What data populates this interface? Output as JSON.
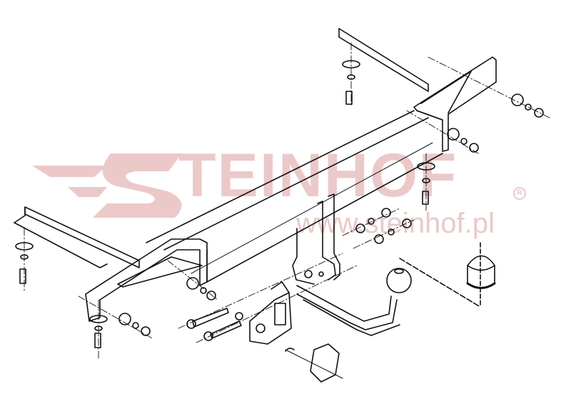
{
  "watermark": {
    "brand": "TEINHOF",
    "registered_mark": "R",
    "url": "www.steinhof.pl",
    "color": "#ecc9c9"
  },
  "diagram": {
    "subject": "tow bar exploded assembly view",
    "line_color": "#111111",
    "background": "#ffffff",
    "parts": [
      "right-mounting-bracket",
      "left-mounting-bracket",
      "main-crossbar",
      "center-hitch-plates",
      "tow-ball-neck",
      "ball-cover-cap",
      "electrical-socket-plate",
      "socket-connector",
      "bolts",
      "washers",
      "nuts"
    ]
  }
}
